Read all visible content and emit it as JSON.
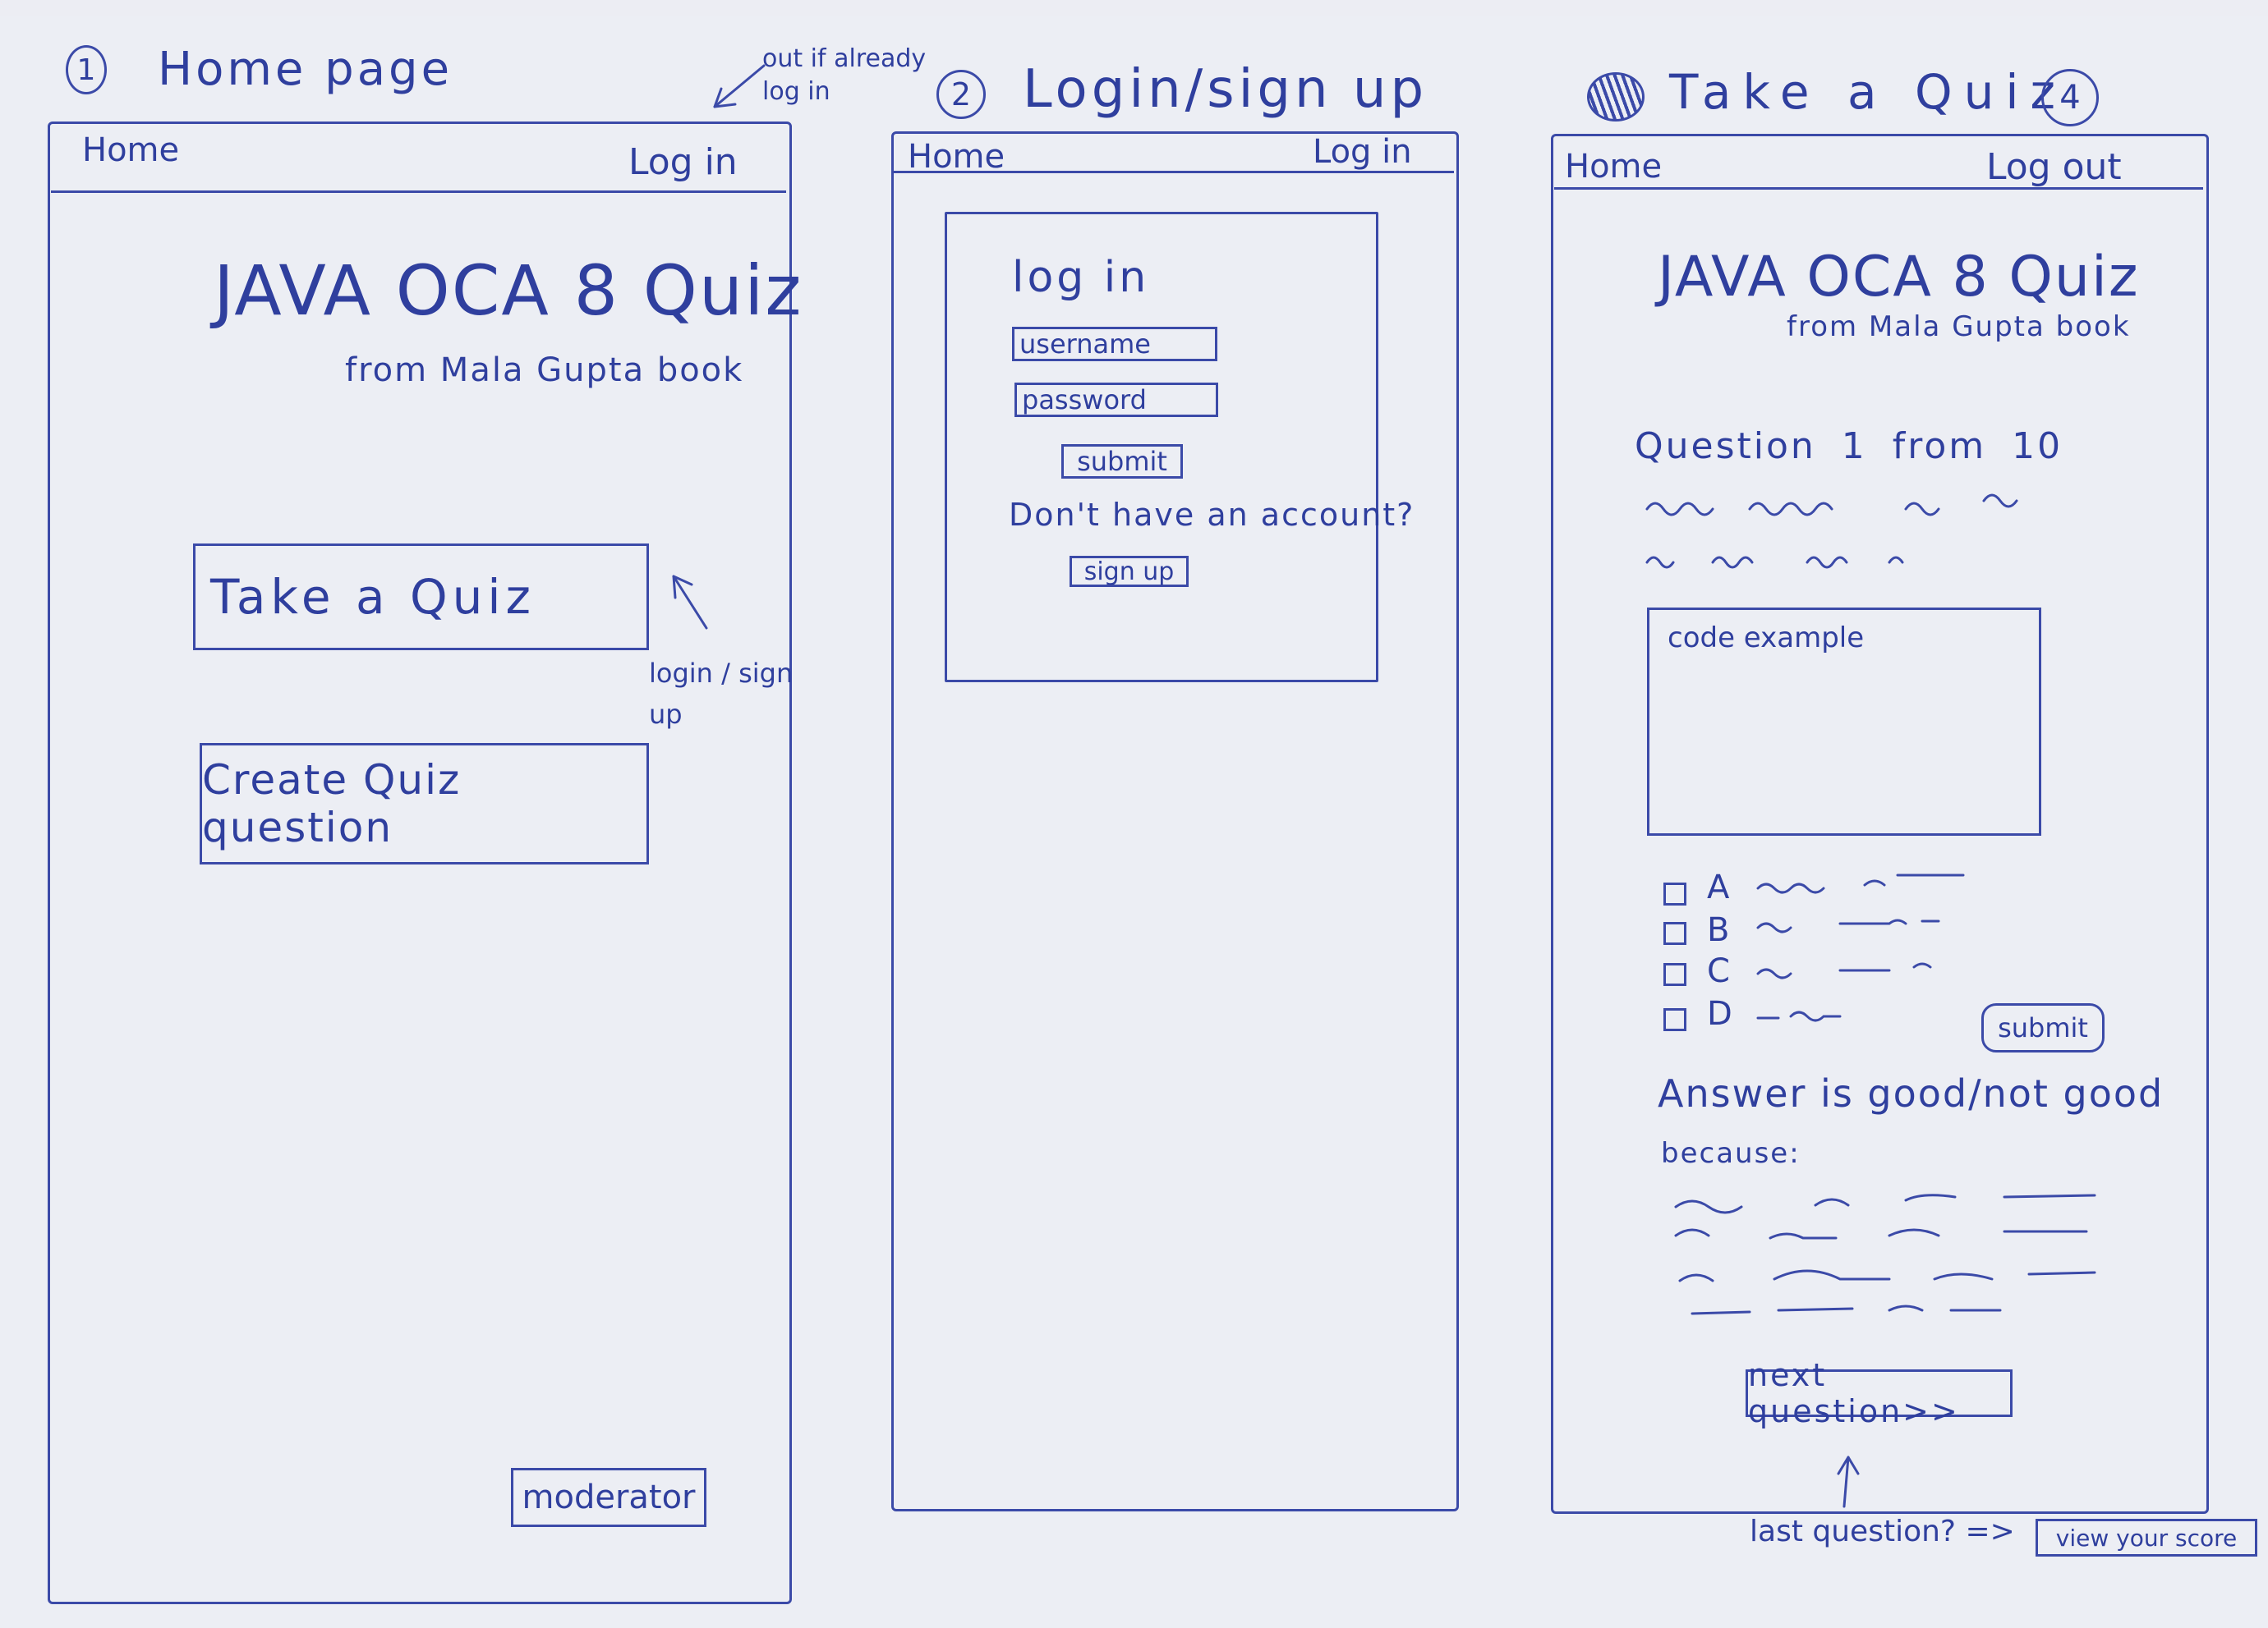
{
  "screens": [
    {
      "number": "1",
      "title": "Home page",
      "nav_home": "Home",
      "nav_right": "Log in",
      "app_title": "JAVA OCA 8 Quiz",
      "subtitle": "from Mala Gupta book",
      "take_quiz": "Take a Quiz",
      "create_question": "Create Quiz question",
      "moderator": "moderator",
      "annotation_login": "login / sign up"
    },
    {
      "number": "2",
      "title": "Login/sign up",
      "nav_home": "Home",
      "nav_right": "Log in",
      "form_title": "log in",
      "username_placeholder": "username",
      "password_placeholder": "password",
      "submit": "submit",
      "no_account": "Don't have an account?",
      "signup": "sign up"
    },
    {
      "number": "4",
      "title": "Take a Quiz",
      "nav_home": "Home",
      "nav_right": "Log out",
      "app_title": "JAVA OCA 8 Quiz",
      "subtitle": "from Mala Gupta book",
      "question_counter": "Question 1 from 10",
      "code_placeholder": "code example",
      "options": [
        "A",
        "B",
        "C",
        "D"
      ],
      "submit": "submit",
      "answer_feedback": "Answer is good/not good",
      "because": "because:",
      "next_button": "next question>>",
      "last_question_note": "last question? =>",
      "view_score": "view your score"
    }
  ],
  "top_annotation": "out if already log in"
}
